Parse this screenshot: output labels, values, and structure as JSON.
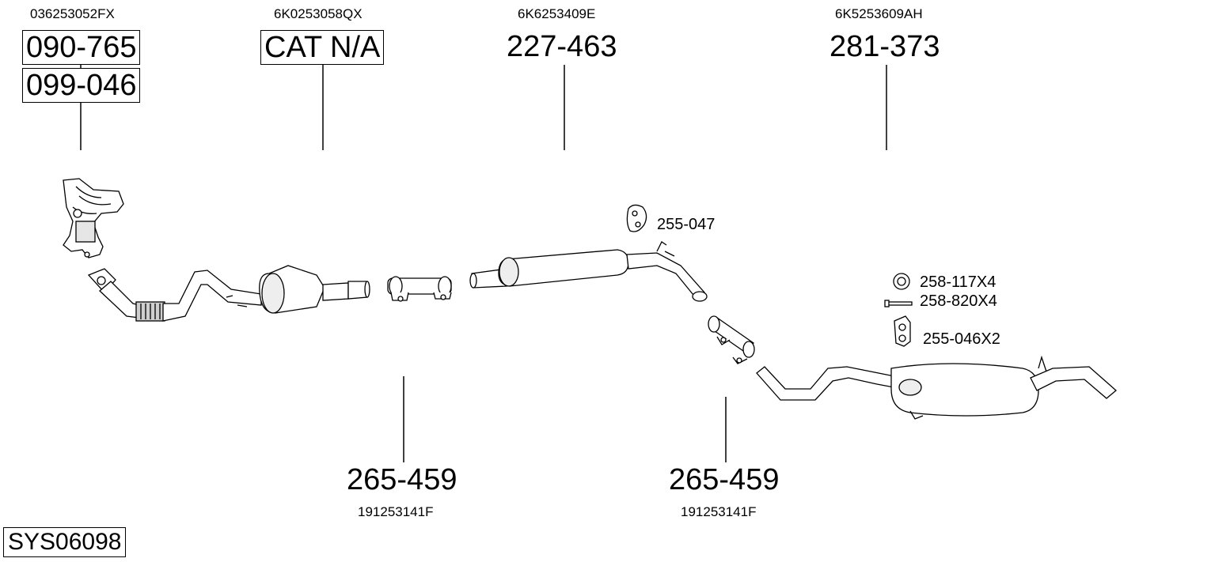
{
  "oem_numbers": {
    "manifold": "036253052FX",
    "catalyst": "6K0253058QX",
    "middle": "6K6253409E",
    "rear": "6K5253609AH",
    "clamp1": "191253141F",
    "clamp2": "191253141F"
  },
  "part_numbers": {
    "manifold_a": "090-765",
    "manifold_b": "099-046",
    "catalyst": "CAT N/A",
    "middle": "227-463",
    "rear": "281-373",
    "clamp1": "265-459",
    "clamp2": "265-459"
  },
  "small_parts": {
    "rubber_hanger": "255-047",
    "ring": "258-117X4",
    "bolt": "258-820X4",
    "rear_hanger": "255-046X2"
  },
  "system_id": "SYS06098",
  "colors": {
    "line": "#000000",
    "part_fill": "#ffffff",
    "shade": "#d9d9d9"
  }
}
